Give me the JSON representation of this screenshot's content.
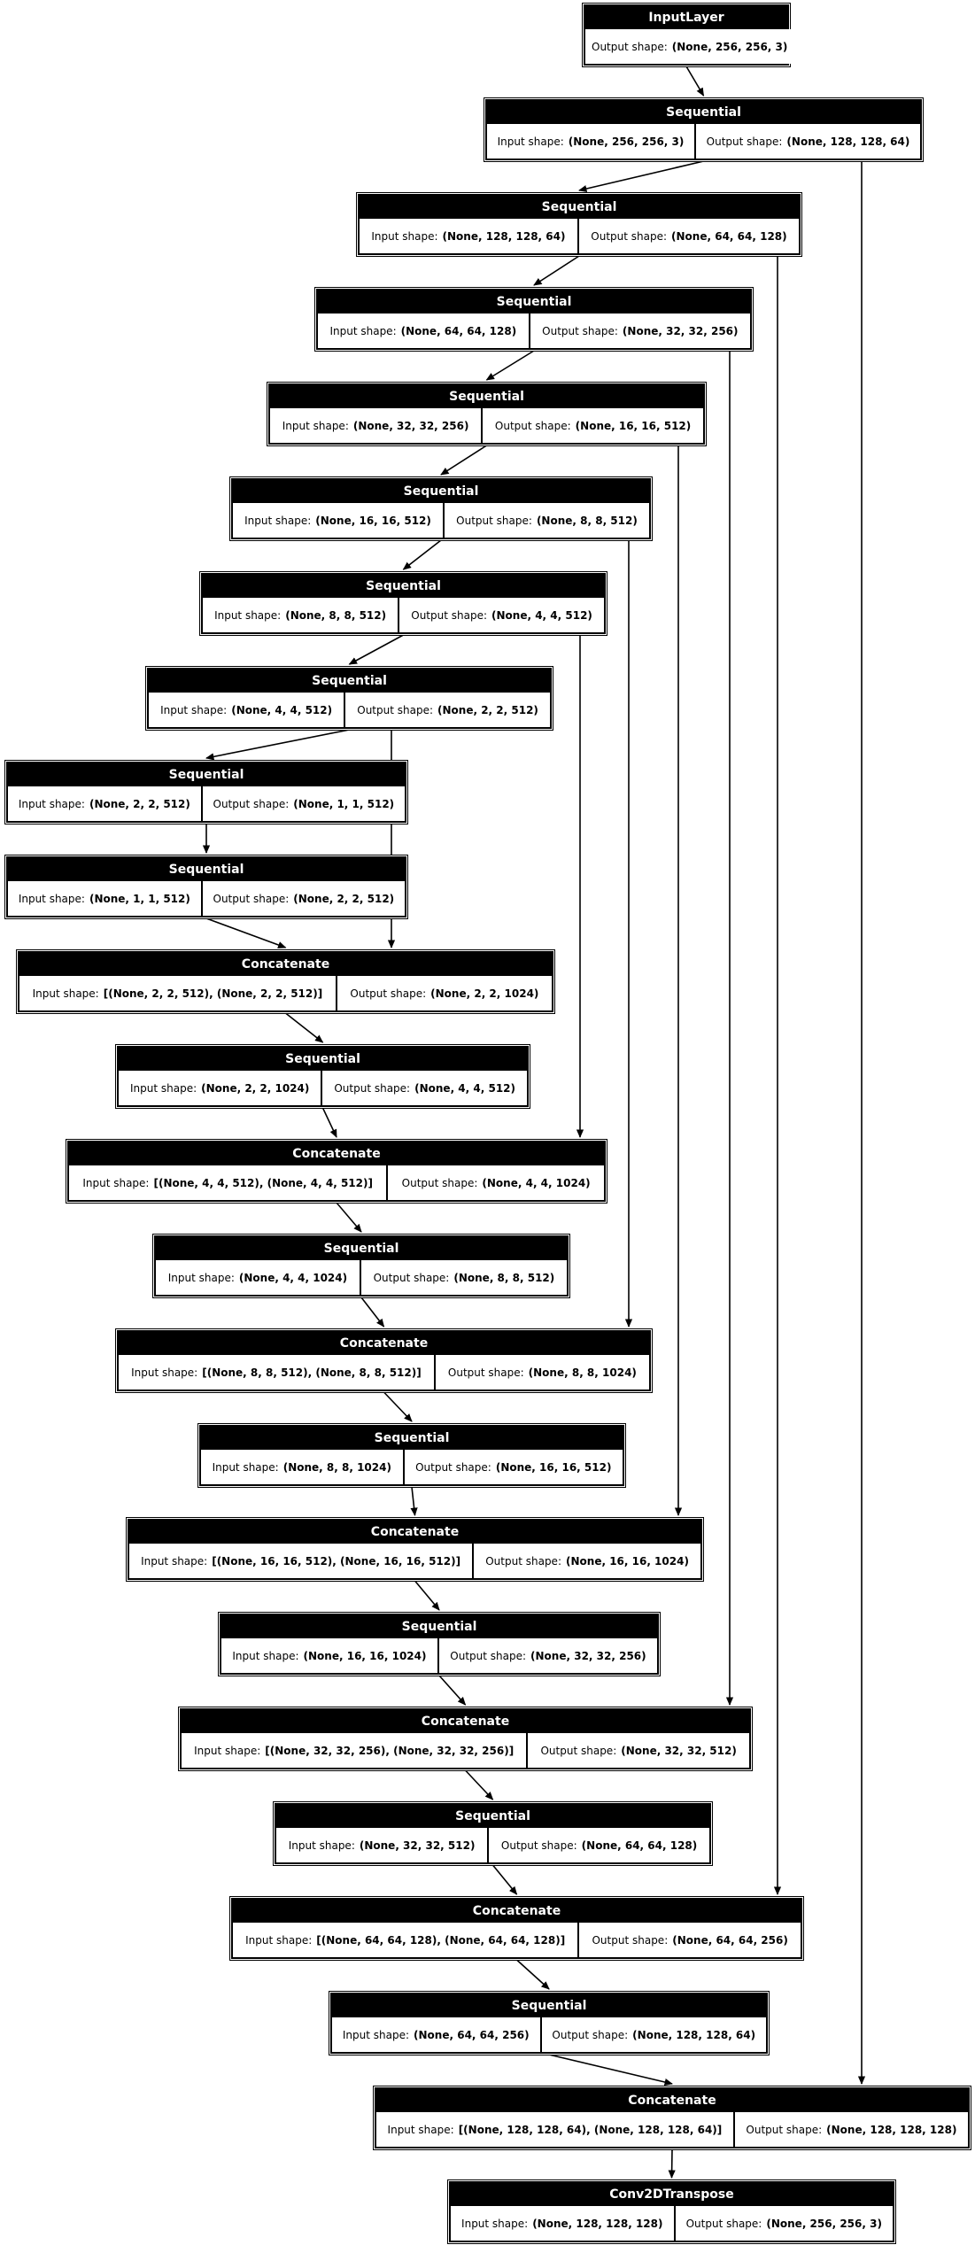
{
  "diagram": {
    "kind": "model-architecture-graph",
    "shape_prefixes": {
      "input": "Input shape:",
      "output": "Output shape:"
    },
    "colors": {
      "node_fill": "#000000",
      "node_title_text": "#ffffff",
      "cell_fill": "#ffffff",
      "cell_text": "#000000",
      "edge": "#000000",
      "background": "#ffffff"
    },
    "nodes": [
      {
        "label": "InputLayer",
        "output_shape": "(None, 256, 256, 3)"
      },
      {
        "label": "Sequential",
        "input_shape": "(None, 256, 256, 3)",
        "output_shape": "(None, 128, 128, 64)"
      },
      {
        "label": "Sequential",
        "input_shape": "(None, 128, 128, 64)",
        "output_shape": "(None, 64, 64, 128)"
      },
      {
        "label": "Sequential",
        "input_shape": "(None, 64, 64, 128)",
        "output_shape": "(None, 32, 32, 256)"
      },
      {
        "label": "Sequential",
        "input_shape": "(None, 32, 32, 256)",
        "output_shape": "(None, 16, 16, 512)"
      },
      {
        "label": "Sequential",
        "input_shape": "(None, 16, 16, 512)",
        "output_shape": "(None, 8, 8, 512)"
      },
      {
        "label": "Sequential",
        "input_shape": "(None, 8, 8, 512)",
        "output_shape": "(None, 4, 4, 512)"
      },
      {
        "label": "Sequential",
        "input_shape": "(None, 4, 4, 512)",
        "output_shape": "(None, 2, 2, 512)"
      },
      {
        "label": "Sequential",
        "input_shape": "(None, 2, 2, 512)",
        "output_shape": "(None, 1, 1, 512)"
      },
      {
        "label": "Sequential",
        "input_shape": "(None, 1, 1, 512)",
        "output_shape": "(None, 2, 2, 512)"
      },
      {
        "label": "Concatenate",
        "input_shape": "[(None, 2, 2, 512), (None, 2, 2, 512)]",
        "output_shape": "(None, 2, 2, 1024)"
      },
      {
        "label": "Sequential",
        "input_shape": "(None, 2, 2, 1024)",
        "output_shape": "(None, 4, 4, 512)"
      },
      {
        "label": "Concatenate",
        "input_shape": "[(None, 4, 4, 512), (None, 4, 4, 512)]",
        "output_shape": "(None, 4, 4, 1024)"
      },
      {
        "label": "Sequential",
        "input_shape": "(None, 4, 4, 1024)",
        "output_shape": "(None, 8, 8, 512)"
      },
      {
        "label": "Concatenate",
        "input_shape": "[(None, 8, 8, 512), (None, 8, 8, 512)]",
        "output_shape": "(None, 8, 8, 1024)"
      },
      {
        "label": "Sequential",
        "input_shape": "(None, 8, 8, 1024)",
        "output_shape": "(None, 16, 16, 512)"
      },
      {
        "label": "Concatenate",
        "input_shape": "[(None, 16, 16, 512), (None, 16, 16, 512)]",
        "output_shape": "(None, 16, 16, 1024)"
      },
      {
        "label": "Sequential",
        "input_shape": "(None, 16, 16, 1024)",
        "output_shape": "(None, 32, 32, 256)"
      },
      {
        "label": "Concatenate",
        "input_shape": "[(None, 32, 32, 256), (None, 32, 32, 256)]",
        "output_shape": "(None, 32, 32, 512)"
      },
      {
        "label": "Sequential",
        "input_shape": "(None, 32, 32, 512)",
        "output_shape": "(None, 64, 64, 128)"
      },
      {
        "label": "Concatenate",
        "input_shape": "[(None, 64, 64, 128), (None, 64, 64, 128)]",
        "output_shape": "(None, 64, 64, 256)"
      },
      {
        "label": "Sequential",
        "input_shape": "(None, 64, 64, 256)",
        "output_shape": "(None, 128, 128, 64)"
      },
      {
        "label": "Concatenate",
        "input_shape": "[(None, 128, 128, 64), (None, 128, 128, 64)]",
        "output_shape": "(None, 128, 128, 128)"
      },
      {
        "label": "Conv2DTranspose",
        "input_shape": "(None, 128, 128, 128)",
        "output_shape": "(None, 256, 256, 3)"
      }
    ],
    "edges": [
      {
        "from": 0,
        "to": 1,
        "type": "main"
      },
      {
        "from": 1,
        "to": 2,
        "type": "main"
      },
      {
        "from": 2,
        "to": 3,
        "type": "main"
      },
      {
        "from": 3,
        "to": 4,
        "type": "main"
      },
      {
        "from": 4,
        "to": 5,
        "type": "main"
      },
      {
        "from": 5,
        "to": 6,
        "type": "main"
      },
      {
        "from": 6,
        "to": 7,
        "type": "main"
      },
      {
        "from": 7,
        "to": 8,
        "type": "main"
      },
      {
        "from": 8,
        "to": 9,
        "type": "main"
      },
      {
        "from": 9,
        "to": 10,
        "type": "main"
      },
      {
        "from": 10,
        "to": 11,
        "type": "main"
      },
      {
        "from": 11,
        "to": 12,
        "type": "main"
      },
      {
        "from": 12,
        "to": 13,
        "type": "main"
      },
      {
        "from": 13,
        "to": 14,
        "type": "main"
      },
      {
        "from": 14,
        "to": 15,
        "type": "main"
      },
      {
        "from": 15,
        "to": 16,
        "type": "main"
      },
      {
        "from": 16,
        "to": 17,
        "type": "main"
      },
      {
        "from": 17,
        "to": 18,
        "type": "main"
      },
      {
        "from": 18,
        "to": 19,
        "type": "main"
      },
      {
        "from": 19,
        "to": 20,
        "type": "main"
      },
      {
        "from": 20,
        "to": 21,
        "type": "main"
      },
      {
        "from": 21,
        "to": 22,
        "type": "main"
      },
      {
        "from": 22,
        "to": 23,
        "type": "main"
      },
      {
        "from": 7,
        "to": 10,
        "type": "skip"
      },
      {
        "from": 6,
        "to": 12,
        "type": "skip"
      },
      {
        "from": 5,
        "to": 14,
        "type": "skip"
      },
      {
        "from": 4,
        "to": 16,
        "type": "skip"
      },
      {
        "from": 3,
        "to": 18,
        "type": "skip"
      },
      {
        "from": 2,
        "to": 20,
        "type": "skip"
      },
      {
        "from": 1,
        "to": 22,
        "type": "skip"
      }
    ]
  }
}
